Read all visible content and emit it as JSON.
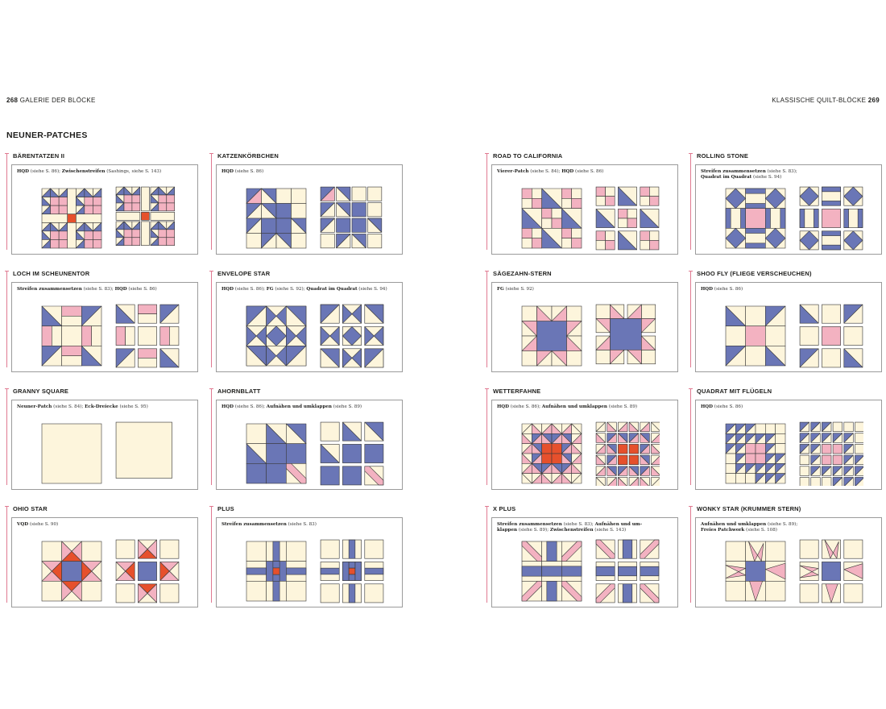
{
  "running_heads": {
    "left_number": "268",
    "left_text": "GALERIE DER BLÖCKE",
    "right_text": "KLASSISCHE QUILT-BLÖCKE",
    "right_number": "269"
  },
  "section_title": "NEUNER-PATCHES",
  "colors": {
    "cream": "#fdf5dc",
    "blue": "#6a76b6",
    "pink": "#f3b2c1",
    "red": "#e6502c",
    "outline": "#3a3a3a",
    "accent_pink": "#e07a91"
  },
  "blocks": [
    {
      "title": "BÄRENTATZEN II",
      "note": [
        {
          "b": "HQD"
        },
        {
          "t": " (siehe S. 86); "
        },
        {
          "b": "Zwischenstreifen"
        },
        {
          "t": " (Sashings, siehe S. 143)"
        }
      ]
    },
    {
      "title": "KATZENKÖRBCHEN",
      "note": [
        {
          "b": "HQD"
        },
        {
          "t": " (siehe S. 86)"
        }
      ]
    },
    {
      "title": "ROAD TO CALIFORNIA",
      "note": [
        {
          "b": "Vierer-Patch"
        },
        {
          "t": " (siehe S. 84); "
        },
        {
          "b": "HQD"
        },
        {
          "t": " (siehe S. 86)"
        }
      ]
    },
    {
      "title": "ROLLING STONE",
      "note": [
        {
          "b": "Streifen zusammensetzen"
        },
        {
          "t": " (siehe S. 83);"
        },
        {
          "br": true
        },
        {
          "b": "Quadrat im Quadrat"
        },
        {
          "t": " (siehe S. 94)"
        }
      ]
    },
    {
      "title": "LOCH IM SCHEUNENTOR",
      "note": [
        {
          "b": "Streifen zusammensetzen"
        },
        {
          "t": " (siehe S. 83); "
        },
        {
          "b": "HQD"
        },
        {
          "t": " (siehe S. 86)"
        }
      ]
    },
    {
      "title": "ENVELOPE STAR",
      "note": [
        {
          "b": "HQD"
        },
        {
          "t": " (siehe S. 86); "
        },
        {
          "b": "FG"
        },
        {
          "t": " (siehe S. 92); "
        },
        {
          "b": "Quadrat im Quadrat"
        },
        {
          "t": " (siehe S. 94)"
        }
      ]
    },
    {
      "title": "SÄGEZAHN-STERN",
      "note": [
        {
          "b": "FG"
        },
        {
          "t": " (siehe S. 92)"
        }
      ]
    },
    {
      "title": "SHOO FLY (FLIEGE VERSCHEUCHEN)",
      "note": [
        {
          "b": "HQD"
        },
        {
          "t": " (siehe S. 86)"
        }
      ]
    },
    {
      "title": "GRANNY SQUARE",
      "note": [
        {
          "b": "Neuner-Patch"
        },
        {
          "t": " (siehe S. 84); "
        },
        {
          "b": "Eck-Dreiecke"
        },
        {
          "t": " (siehe S. 95)"
        }
      ]
    },
    {
      "title": "AHORNBLATT",
      "note": [
        {
          "b": "HQD"
        },
        {
          "t": " (siehe S. 86); "
        },
        {
          "b": "Aufnähen und umklappen"
        },
        {
          "t": " (siehe S. 89)"
        }
      ]
    },
    {
      "title": "WETTERFAHNE",
      "note": [
        {
          "b": "HQD"
        },
        {
          "t": " (siehe S. 86); "
        },
        {
          "b": "Aufnähen und umklappen"
        },
        {
          "t": " (siehe S. 89)"
        }
      ]
    },
    {
      "title": "QUADRAT MIT FLÜGELN",
      "note": [
        {
          "b": "HQD"
        },
        {
          "t": " (siehe S. 86)"
        }
      ]
    },
    {
      "title": "OHIO STAR",
      "note": [
        {
          "b": "VQD"
        },
        {
          "t": " (siehe S. 90)"
        }
      ]
    },
    {
      "title": "PLUS",
      "note": [
        {
          "b": "Streifen zusammensetzen"
        },
        {
          "t": " (siehe S. 83)"
        }
      ]
    },
    {
      "title": "X PLUS",
      "note": [
        {
          "b": "Streifen zusammensetzen"
        },
        {
          "t": " (siehe S. 83); "
        },
        {
          "b": "Aufnähen und um-"
        },
        {
          "br": true
        },
        {
          "b": "klappen"
        },
        {
          "t": " (siehe S. 89); "
        },
        {
          "b": "Zwischenstreifen"
        },
        {
          "t": " (siehe S. 143)"
        }
      ]
    },
    {
      "title": "WONKY STAR (KRUMMER STERN)",
      "note": [
        {
          "b": "Aufnähen und umklappen"
        },
        {
          "t": " (siehe S. 89);"
        },
        {
          "br": true
        },
        {
          "b": "Freies Patchwork"
        },
        {
          "t": " (siehe S. 108)"
        }
      ]
    }
  ]
}
